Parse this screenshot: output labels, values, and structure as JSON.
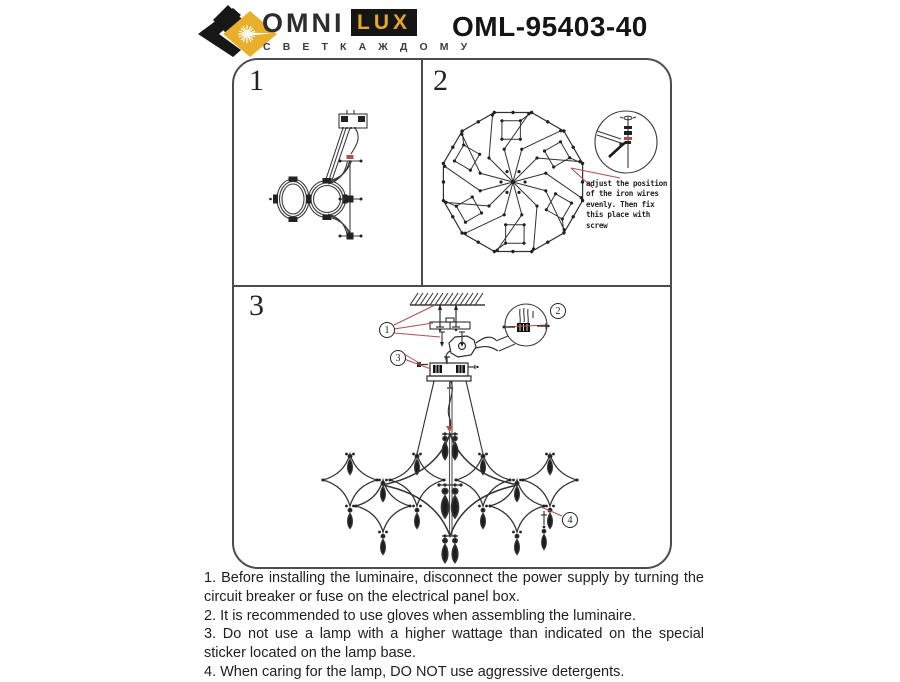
{
  "header": {
    "brand_omni": "OMNI",
    "brand_lux": "LUX",
    "tagline": "С В Е Т   К А Ж Д О М У",
    "model": "OML-95403-40",
    "logo_icon": "omnilux-diamond-starburst",
    "colors": {
      "gold": "#e8ae2c",
      "black": "#151515"
    }
  },
  "steps": {
    "s1": {
      "label": "1"
    },
    "s2": {
      "label": "2",
      "note": "adjust the position\nof the iron wires\nevenly. Then fix\nthis place with\nscrew"
    },
    "s3": {
      "label": "3",
      "callouts": {
        "c1": "1",
        "c2": "2",
        "c3": "3",
        "c4": "4"
      }
    }
  },
  "instructions": {
    "i1": "1. Before installing the luminaire, disconnect the power supply by turning the circuit breaker or fuse on the electrical panel box.",
    "i2": "2. It is recommended to use gloves when assembling the luminaire.",
    "i3": "3. Do not use a lamp with a higher wattage than indicated on the special sticker located on the lamp base.",
    "i4": "4. When caring for the lamp, DO NOT use aggressive detergents."
  },
  "colors": {
    "line": "#3a3a3a",
    "red_accent": "#b0504c"
  }
}
